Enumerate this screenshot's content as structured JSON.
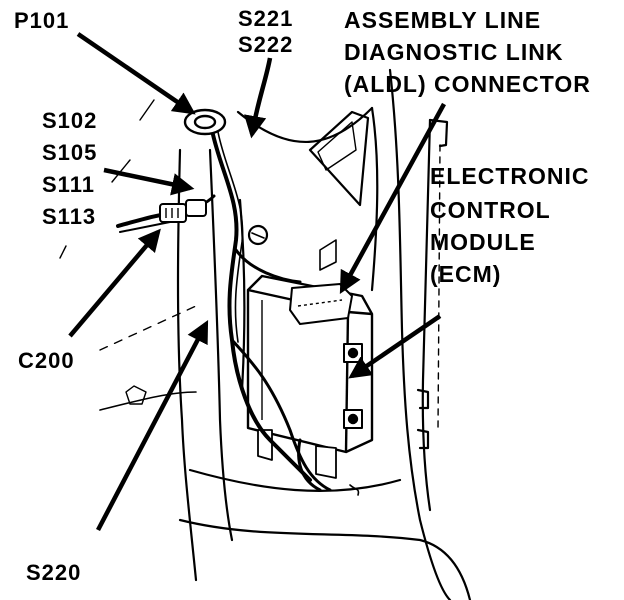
{
  "diagram": {
    "labels": {
      "p101": "P101",
      "s221": "S221",
      "s222": "S222",
      "aldl_line1": "ASSEMBLY LINE",
      "aldl_line2": "DIAGNOSTIC LINK",
      "aldl_line3": "(ALDL) CONNECTOR",
      "s102": "S102",
      "s105": "S105",
      "s111": "S111",
      "s113": "S113",
      "ecm_line1": "ELECTRONIC",
      "ecm_line2": "CONTROL",
      "ecm_line3": "MODULE",
      "ecm_line4": "(ECM)",
      "c200": "C200",
      "s220": "S220"
    },
    "colors": {
      "ink": "#000000",
      "paper": "#ffffff"
    }
  }
}
